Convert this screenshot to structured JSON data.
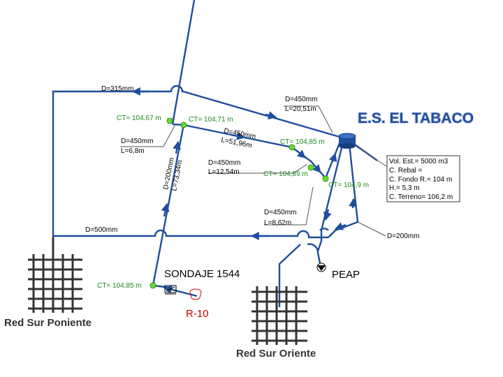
{
  "title": "E.S. EL TABACO",
  "pipes": {
    "top_left": "D=315mm",
    "mid_left": "D=500mm",
    "right": "D=200mm",
    "diag_top": "D=450mm",
    "diag_top_len": "L=20,51m",
    "diag_main": "D=450mm",
    "diag_main_len": "L=51,96m",
    "vertical": "D=200mm",
    "vertical_len": "L=73,34m",
    "left_call": "D=450mm",
    "left_call_len": "L=6,8m",
    "mid_call": "D=450mm",
    "mid_call_len": "L=12,54m",
    "low_call": "D=450mm",
    "low_call_len": "L=8,62m"
  },
  "elevations": {
    "ct1": "CT= 104.67 m",
    "ct2": "CT= 104,71 m",
    "ct3": "CT= 104,85 m",
    "ct4": "CT= 104,89 m",
    "ct5": "CT= 104,9 m",
    "ct6": "CT= 104,85 m"
  },
  "tank_info": [
    "Vol. Est.= 5000 m3",
    "C. Rebal =",
    "C. Fondo R.= 104 m",
    "H.= 5,3 m",
    "C. Terreno= 106,2 m"
  ],
  "labels": {
    "sondaje": "SONDAJE 1544",
    "peap": "PEAP",
    "r10": "R-10",
    "red_sur_poniente": "Red Sur Poniente",
    "red_sur_oriente": "Red Sur Oriente"
  },
  "colors": {
    "pipe": "#1f4e9e",
    "node": "#66dd33",
    "elevation_text": "#1a8a1a",
    "r10": "#cc0000"
  }
}
